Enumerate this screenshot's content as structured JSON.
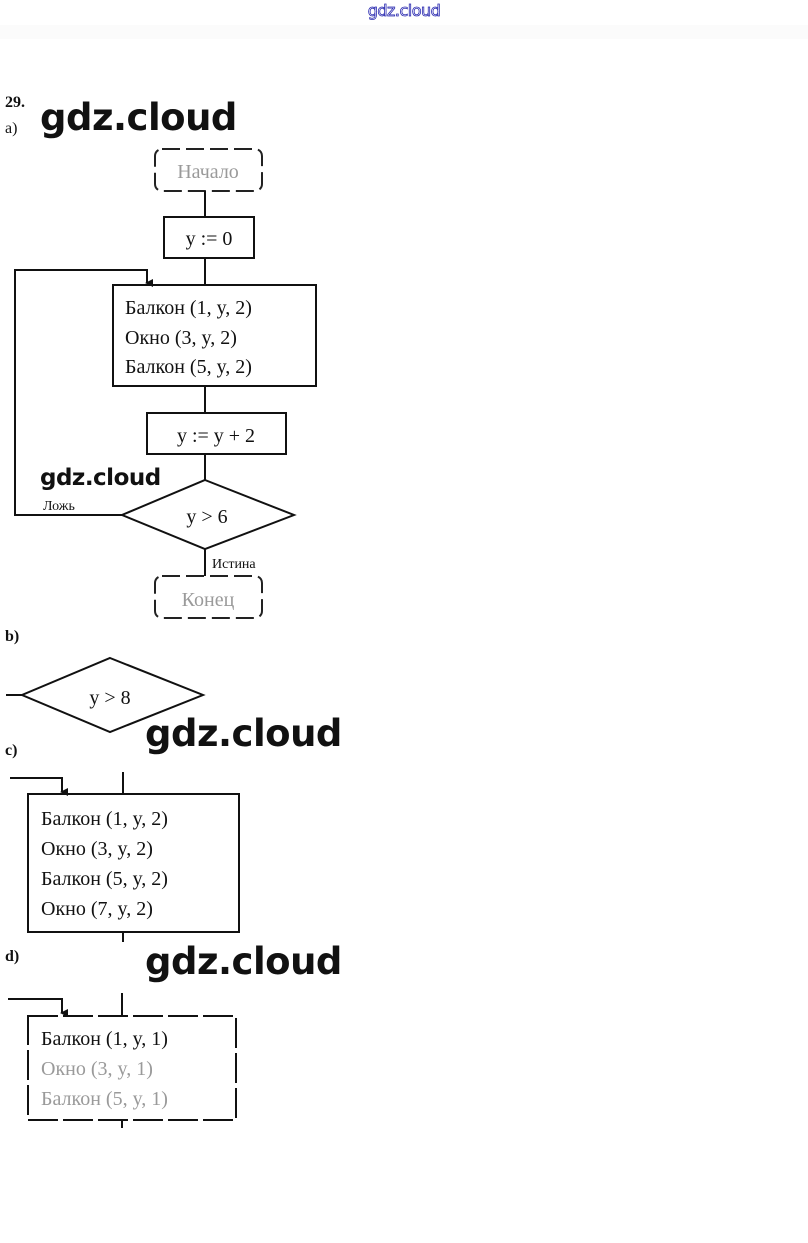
{
  "header": {
    "site_link": "gdz.cloud"
  },
  "watermarks": [
    "gdz.cloud",
    "gdz.cloud",
    "gdz.cloud",
    "gdz.cloud"
  ],
  "task_number": "29.",
  "parts": {
    "a": {
      "label": "a)",
      "start": "Начало",
      "init": "y := 0",
      "body": [
        "Балкон (1, y, 2)",
        "Окно (3, y, 2)",
        "Балкон (5, y, 2)"
      ],
      "increment": "y := y + 2",
      "condition": "y > 6",
      "false_label": "Ложь",
      "true_label": "Истина",
      "end": "Конец"
    },
    "b": {
      "label": "b)",
      "condition": "y > 8"
    },
    "c": {
      "label": "c)",
      "body": [
        "Балкон (1, y, 2)",
        "Окно (3, y, 2)",
        "Балкон (5, y, 2)",
        "Окно (7, y, 2)"
      ]
    },
    "d": {
      "label": "d)",
      "body": [
        "Балкон (1, y, 1)",
        "Окно (3, y, 1)",
        "Балкон (5, y, 1)"
      ]
    }
  }
}
